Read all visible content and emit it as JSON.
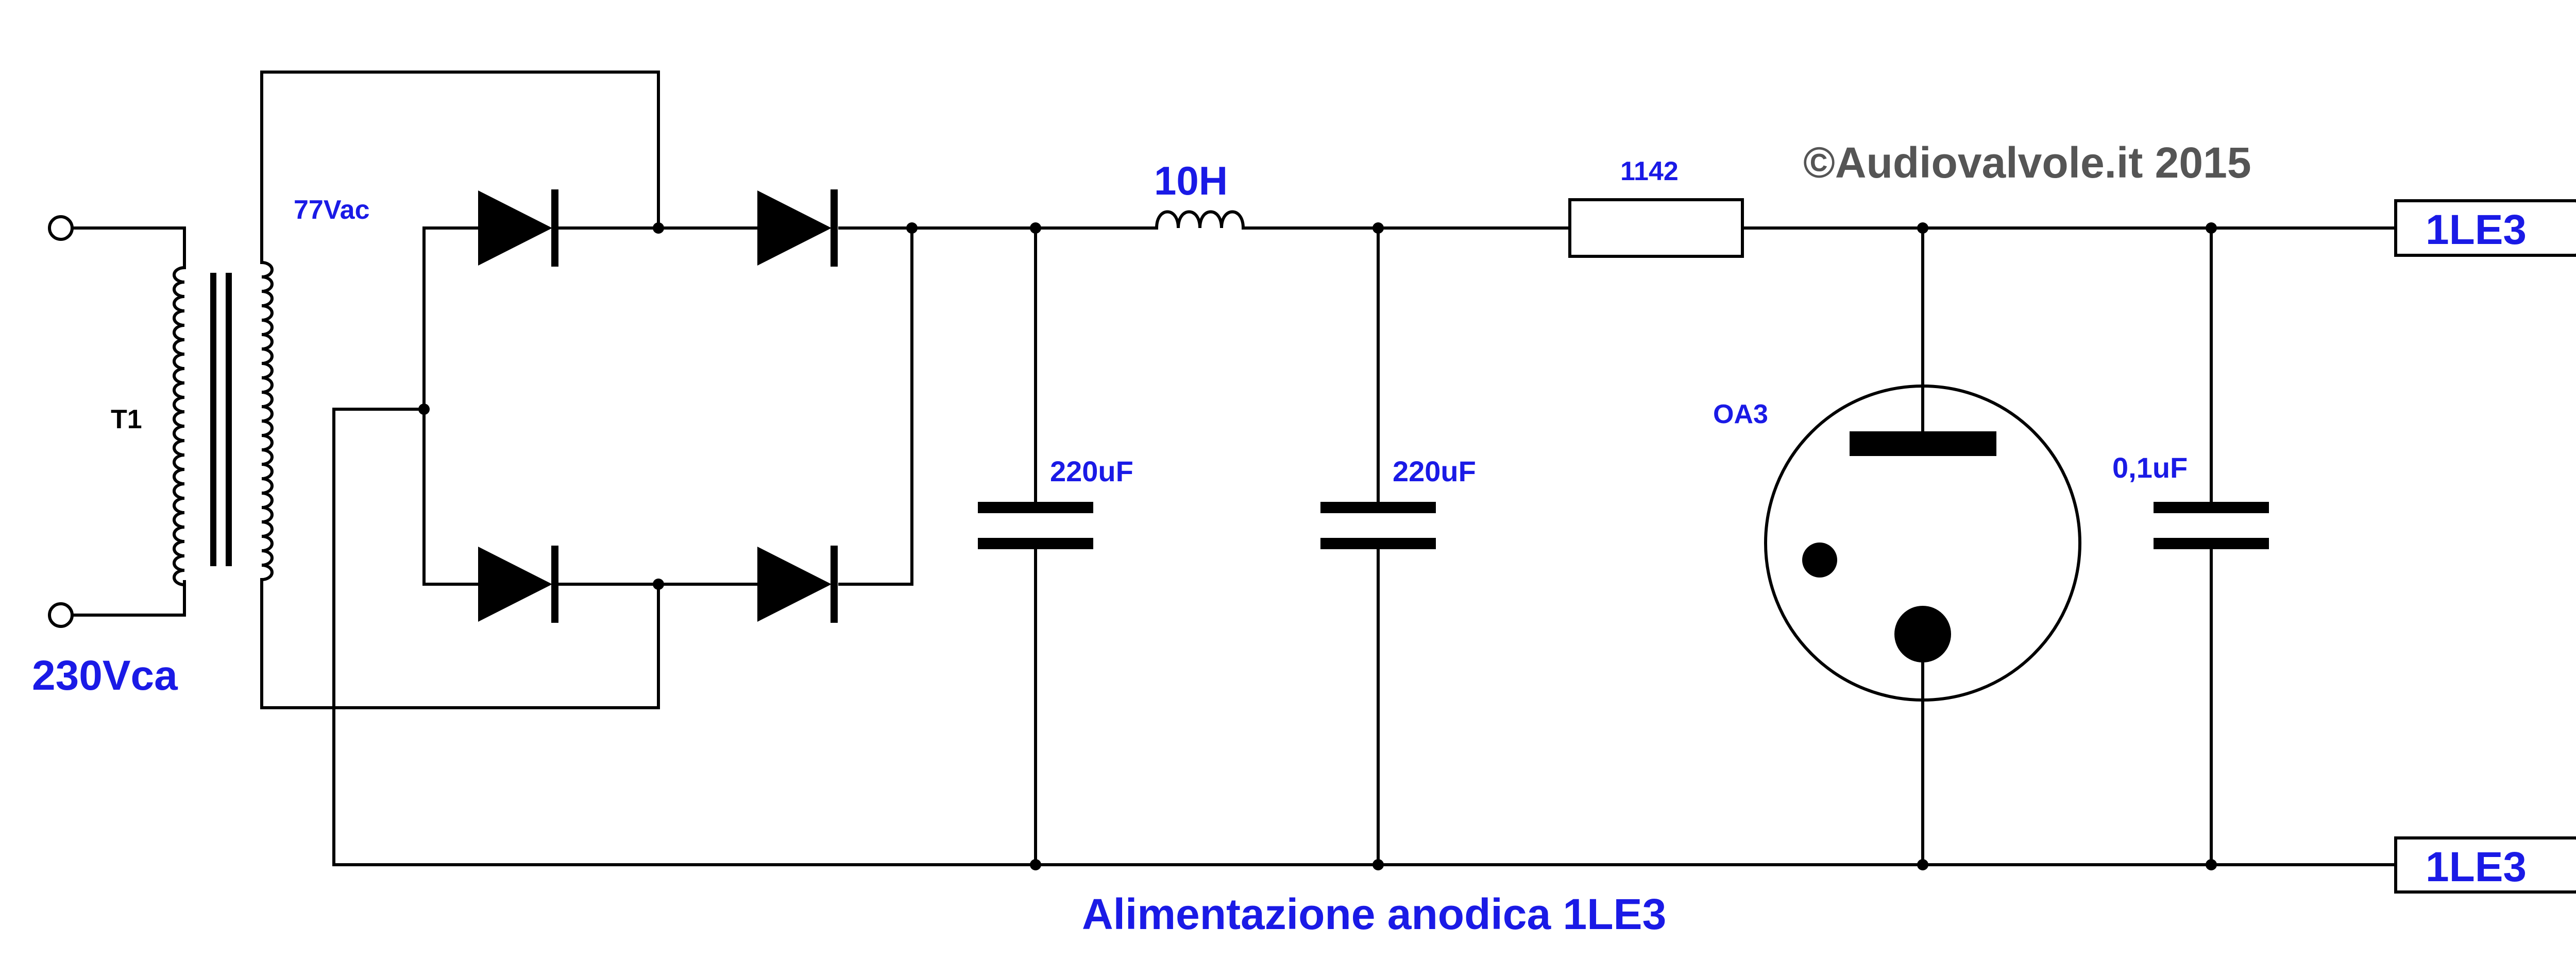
{
  "labels": {
    "input_voltage": "230Vca",
    "transformer": "T1",
    "secondary_voltage": "77Vac",
    "choke": "10H",
    "resistor": "1142",
    "cap1": "220uF",
    "cap2": "220uF",
    "tube": "OA3",
    "cap3": "0,1uF",
    "out_top": "1LE3",
    "out_bottom": "1LE3",
    "copyright": "©Audiovalvole.it 2015",
    "title": "Alimentazione anodica 1LE3"
  },
  "colors": {
    "label": "#1a1ae6",
    "wire": "#000000",
    "copyright": "#555555"
  }
}
